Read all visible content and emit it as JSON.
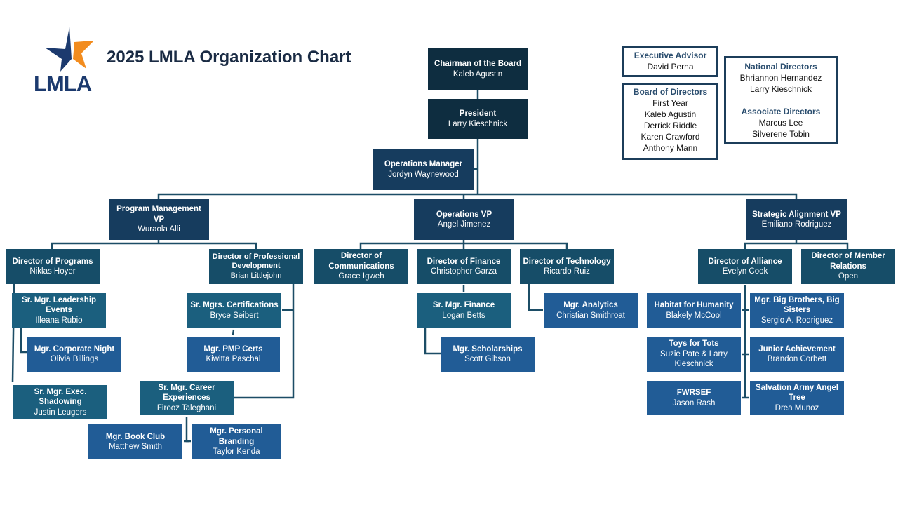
{
  "header": {
    "title": "2025 LMLA Organization Chart",
    "logo_text": "LMLA",
    "logo_icon": "star-icon",
    "colors": {
      "star_primary": "#1c3a6e",
      "star_accent": "#f28c1e",
      "title": "#1a2b44"
    }
  },
  "colors": {
    "level0": "#0e2d40",
    "level1": "#163c5e",
    "level2": "#164d68",
    "level3": "#1b5f7e",
    "level4": "#215c96",
    "connector": "#1c4d66"
  },
  "side_panels": {
    "executive_advisor": {
      "title": "Executive Advisor",
      "names": [
        "David Perna"
      ]
    },
    "board_of_directors": {
      "title": "Board of Directors",
      "subtitle": "First Year",
      "names": [
        "Kaleb Agustin",
        "Derrick Riddle",
        "Karen Crawford",
        "Anthony Mann"
      ]
    },
    "national_directors": {
      "title": "National Directors",
      "names": [
        "Bhriannon Hernandez",
        "Larry Kieschnick"
      ]
    },
    "associate_directors": {
      "title": "Associate Directors",
      "names": [
        "Marcus Lee",
        "Silverene Tobin"
      ]
    }
  },
  "nodes": {
    "chairman": {
      "title": "Chairman of the Board",
      "name": "Kaleb Agustin"
    },
    "president": {
      "title": "President",
      "name": "Larry Kieschnick"
    },
    "ops_manager": {
      "title": "Operations Manager",
      "name": "Jordyn Waynewood"
    },
    "pm_vp": {
      "title": "Program Management VP",
      "name": "Wuraola Alli"
    },
    "ops_vp": {
      "title": "Operations VP",
      "name": "Angel Jimenez"
    },
    "sa_vp": {
      "title": "Strategic Alignment VP",
      "name": "Emiliano Rodriguez"
    },
    "dir_programs": {
      "title": "Director of Programs",
      "name": "Niklas Hoyer"
    },
    "dir_prof_dev": {
      "title": "Director of Professional Development",
      "name": "Brian Littlejohn"
    },
    "dir_comms": {
      "title": "Director of Communications",
      "name": "Grace Igweh"
    },
    "dir_finance": {
      "title": "Director of Finance",
      "name": "Christopher Garza"
    },
    "dir_tech": {
      "title": "Director of Technology",
      "name": "Ricardo Ruiz"
    },
    "dir_alliance": {
      "title": "Director of Alliance",
      "name": "Evelyn Cook"
    },
    "dir_member": {
      "title": "Director of Member Relations",
      "name": "Open"
    },
    "sm_leadership": {
      "title": "Sr. Mgr. Leadership Events",
      "name": "Illeana Rubio"
    },
    "m_corporate": {
      "title": "Mgr. Corporate Night",
      "name": "Olivia Billings"
    },
    "sm_exec": {
      "title": "Sr. Mgr. Exec. Shadowing",
      "name": "Justin Leugers"
    },
    "sm_cert": {
      "title": "Sr. Mgrs. Certifications",
      "name": "Bryce Seibert"
    },
    "m_pmp": {
      "title": "Mgr. PMP Certs",
      "name": "Kiwitta Paschal"
    },
    "sm_career": {
      "title": "Sr. Mgr. Career Experiences",
      "name": "Firooz Taleghani"
    },
    "m_book": {
      "title": "Mgr. Book Club",
      "name": "Matthew Smith"
    },
    "m_branding": {
      "title": "Mgr. Personal Branding",
      "name": "Taylor Kenda"
    },
    "sm_finance": {
      "title": "Sr. Mgr. Finance",
      "name": "Logan Betts"
    },
    "m_scholar": {
      "title": "Mgr. Scholarships",
      "name": "Scott Gibson"
    },
    "m_analytics": {
      "title": "Mgr. Analytics",
      "name": "Christian Smithroat"
    },
    "habitat": {
      "title": "Habitat for Humanity",
      "name": "Blakely McCool"
    },
    "bigbro": {
      "title": "Mgr. Big Brothers, Big Sisters",
      "name": "Sergio A. Rodriguez"
    },
    "toys": {
      "title": "Toys for Tots",
      "name": "Suzie Pate & Larry Kieschnick"
    },
    "junior": {
      "title": "Junior Achievement",
      "name": "Brandon Corbett"
    },
    "fwrsef": {
      "title": "FWRSEF",
      "name": "Jason Rash"
    },
    "salvation": {
      "title": "Salvation Army Angel Tree",
      "name": "Drea Munoz"
    }
  }
}
